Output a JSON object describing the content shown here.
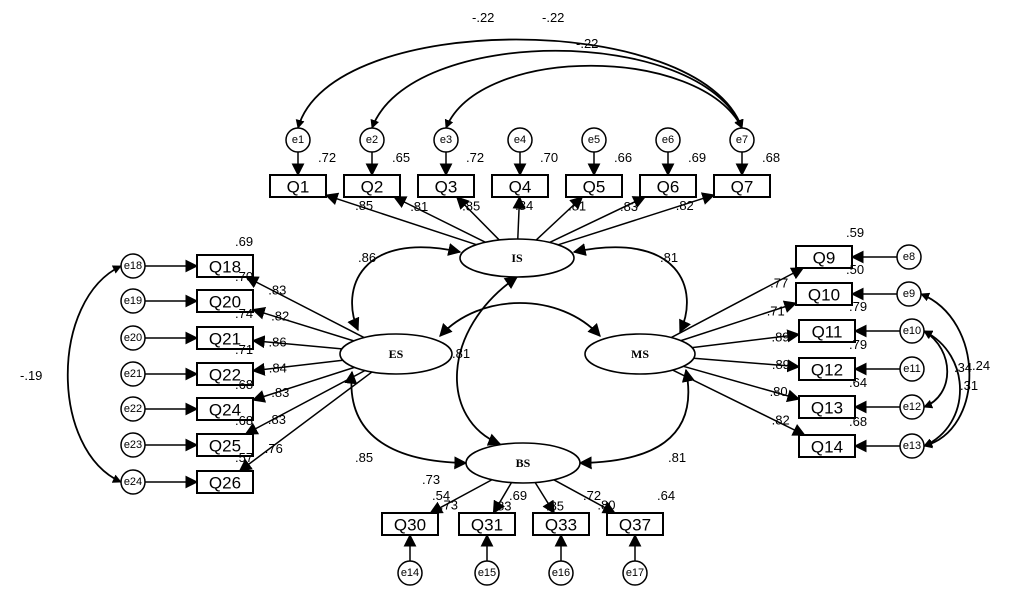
{
  "latents": [
    {
      "id": "IS",
      "label": "IS"
    },
    {
      "id": "ES",
      "label": "ES"
    },
    {
      "id": "MS",
      "label": "MS"
    },
    {
      "id": "BS",
      "label": "BS"
    }
  ],
  "observed": [
    {
      "id": "Q1",
      "label": "Q1"
    },
    {
      "id": "Q2",
      "label": "Q2"
    },
    {
      "id": "Q3",
      "label": "Q3"
    },
    {
      "id": "Q4",
      "label": "Q4"
    },
    {
      "id": "Q5",
      "label": "Q5"
    },
    {
      "id": "Q6",
      "label": "Q6"
    },
    {
      "id": "Q7",
      "label": "Q7"
    },
    {
      "id": "Q18",
      "label": "Q18"
    },
    {
      "id": "Q20",
      "label": "Q20"
    },
    {
      "id": "Q21",
      "label": "Q21"
    },
    {
      "id": "Q22",
      "label": "Q22"
    },
    {
      "id": "Q24",
      "label": "Q24"
    },
    {
      "id": "Q25",
      "label": "Q25"
    },
    {
      "id": "Q26",
      "label": "Q26"
    },
    {
      "id": "Q9",
      "label": "Q9"
    },
    {
      "id": "Q10",
      "label": "Q10"
    },
    {
      "id": "Q11",
      "label": "Q11"
    },
    {
      "id": "Q12",
      "label": "Q12"
    },
    {
      "id": "Q13",
      "label": "Q13"
    },
    {
      "id": "Q14",
      "label": "Q14"
    },
    {
      "id": "Q30",
      "label": "Q30"
    },
    {
      "id": "Q31",
      "label": "Q31"
    },
    {
      "id": "Q33",
      "label": "Q33"
    },
    {
      "id": "Q37",
      "label": "Q37"
    }
  ],
  "errors": [
    {
      "id": "e1",
      "label": "e1"
    },
    {
      "id": "e2",
      "label": "e2"
    },
    {
      "id": "e3",
      "label": "e3"
    },
    {
      "id": "e4",
      "label": "e4"
    },
    {
      "id": "e5",
      "label": "e5"
    },
    {
      "id": "e6",
      "label": "e6"
    },
    {
      "id": "e7",
      "label": "e7"
    },
    {
      "id": "e18",
      "label": "e18"
    },
    {
      "id": "e19",
      "label": "e19"
    },
    {
      "id": "e20",
      "label": "e20"
    },
    {
      "id": "e21",
      "label": "e21"
    },
    {
      "id": "e22",
      "label": "e22"
    },
    {
      "id": "e23",
      "label": "e23"
    },
    {
      "id": "e24",
      "label": "e24"
    },
    {
      "id": "e8",
      "label": "e8"
    },
    {
      "id": "e9",
      "label": "e9"
    },
    {
      "id": "e10",
      "label": "e10"
    },
    {
      "id": "e11",
      "label": "e11"
    },
    {
      "id": "e12",
      "label": "e12"
    },
    {
      "id": "e13",
      "label": "e13"
    },
    {
      "id": "e14",
      "label": "e14"
    },
    {
      "id": "e15",
      "label": "e15"
    },
    {
      "id": "e16",
      "label": "e16"
    },
    {
      "id": "e17",
      "label": "e17"
    }
  ],
  "loadings": [
    {
      "from": "IS",
      "to": "Q1",
      "value": ".85"
    },
    {
      "from": "IS",
      "to": "Q2",
      "value": ".81"
    },
    {
      "from": "IS",
      "to": "Q3",
      "value": ".85"
    },
    {
      "from": "IS",
      "to": "Q4",
      "value": ".84"
    },
    {
      "from": "IS",
      "to": "Q5",
      "value": ".81"
    },
    {
      "from": "IS",
      "to": "Q6",
      "value": ".83"
    },
    {
      "from": "IS",
      "to": "Q7",
      "value": ".82"
    },
    {
      "from": "ES",
      "to": "Q18",
      "value": ".83"
    },
    {
      "from": "ES",
      "to": "Q20",
      "value": ".82"
    },
    {
      "from": "ES",
      "to": "Q21",
      "value": ".86"
    },
    {
      "from": "ES",
      "to": "Q22",
      "value": ".84"
    },
    {
      "from": "ES",
      "to": "Q24",
      "value": ".83"
    },
    {
      "from": "ES",
      "to": "Q25",
      "value": ".83"
    },
    {
      "from": "ES",
      "to": "Q26",
      "value": ".76"
    },
    {
      "from": "MS",
      "to": "Q9",
      "value": ".77"
    },
    {
      "from": "MS",
      "to": "Q10",
      "value": ".71"
    },
    {
      "from": "MS",
      "to": "Q11",
      "value": ".89"
    },
    {
      "from": "MS",
      "to": "Q12",
      "value": ".89"
    },
    {
      "from": "MS",
      "to": "Q13",
      "value": ".80"
    },
    {
      "from": "MS",
      "to": "Q14",
      "value": ".82"
    },
    {
      "from": "BS",
      "to": "Q30",
      "value": ".73"
    },
    {
      "from": "BS",
      "to": "Q31",
      "value": ".83"
    },
    {
      "from": "BS",
      "to": "Q33",
      "value": ".85"
    },
    {
      "from": "BS",
      "to": "Q37",
      "value": ".80"
    }
  ],
  "r2": [
    {
      "item": "Q1",
      "value": ".72"
    },
    {
      "item": "Q2",
      "value": ".65"
    },
    {
      "item": "Q3",
      "value": ".72"
    },
    {
      "item": "Q4",
      "value": ".70"
    },
    {
      "item": "Q5",
      "value": ".66"
    },
    {
      "item": "Q6",
      "value": ".69"
    },
    {
      "item": "Q7",
      "value": ".68"
    },
    {
      "item": "Q18",
      "value": ".69"
    },
    {
      "item": "Q20",
      "value": ".70"
    },
    {
      "item": "Q21",
      "value": ".74"
    },
    {
      "item": "Q22",
      "value": ".71"
    },
    {
      "item": "Q24",
      "value": ".68"
    },
    {
      "item": "Q25",
      "value": ".68"
    },
    {
      "item": "Q26",
      "value": ".57"
    },
    {
      "item": "Q9",
      "value": ".59"
    },
    {
      "item": "Q10",
      "value": ".50"
    },
    {
      "item": "Q11",
      "value": ".79"
    },
    {
      "item": "Q12",
      "value": ".79"
    },
    {
      "item": "Q13",
      "value": ".64"
    },
    {
      "item": "Q14",
      "value": ".68"
    },
    {
      "item": "Q30",
      "value": ".54"
    },
    {
      "item": "Q31",
      "value": ".69"
    },
    {
      "item": "Q33",
      "value": ".72"
    },
    {
      "item": "Q37",
      "value": ".64"
    }
  ],
  "latent_correlations": [
    {
      "a": "IS",
      "b": "ES",
      "value": ".86"
    },
    {
      "a": "IS",
      "b": "MS",
      "value": ".81"
    },
    {
      "a": "ES",
      "b": "BS",
      "value": ".85"
    },
    {
      "a": "MS",
      "b": "BS",
      "value": ".81"
    },
    {
      "a": "ES",
      "b": "MS",
      "value": ".81"
    },
    {
      "a": "IS",
      "b": "BS",
      "value": ".73"
    }
  ],
  "error_covariances": [
    {
      "a": "e1",
      "b": "e7",
      "value": "-.22"
    },
    {
      "a": "e2",
      "b": "e7",
      "value": "-.22"
    },
    {
      "a": "e3",
      "b": "e7",
      "value": "-.22"
    },
    {
      "a": "e18",
      "b": "e24",
      "value": "-.19"
    },
    {
      "a": "e9",
      "b": "e13",
      "value": ".24"
    },
    {
      "a": "e10",
      "b": "e12",
      "value": ".34"
    },
    {
      "a": "e10",
      "b": "e13",
      "value": ".31"
    }
  ]
}
